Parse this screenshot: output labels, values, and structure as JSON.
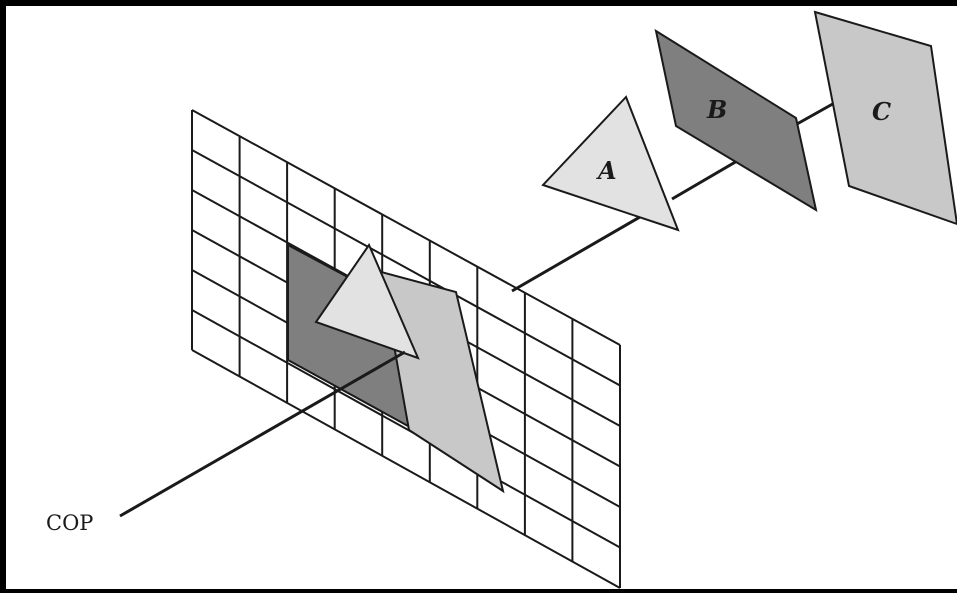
{
  "diagram": {
    "labels": {
      "polygon_a": "A",
      "polygon_b": "B",
      "polygon_c": "C",
      "center_of_projection": "COP"
    },
    "grid": {
      "columns": 9,
      "rows": 6
    },
    "colors": {
      "background": "#ffffff",
      "frame": "#000000",
      "line": "#1a1a1a",
      "polygon_a_fill": "#e2e2e2",
      "polygon_b_fill": "#7f7f7f",
      "polygon_c_fill": "#c8c8c8"
    }
  }
}
